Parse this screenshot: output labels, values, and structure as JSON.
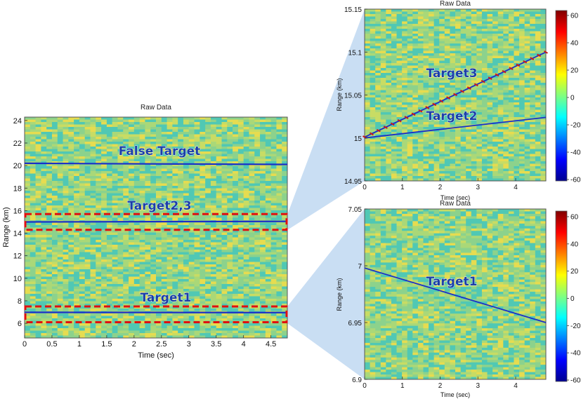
{
  "colors": {
    "target_line": "#1a2fc8",
    "target3_marker": "#cc1a1a",
    "highlight_box": "#e01010",
    "zoom_fill": "#9cc3ea",
    "annotation": "#1b3fa8"
  },
  "chart_data": [
    {
      "id": "main",
      "type": "heatmap",
      "title": "Raw Data",
      "xlabel": "Time (sec)",
      "ylabel": "Range (km)",
      "xlim": [
        0,
        4.8
      ],
      "ylim": [
        4.7,
        24.3
      ],
      "xticks": [
        "0",
        "0.5",
        "1",
        "1.5",
        "2",
        "2.5",
        "3",
        "3.5",
        "4",
        "4.5"
      ],
      "yticks": [
        "6",
        "8",
        "10",
        "12",
        "14",
        "16",
        "18",
        "20",
        "22",
        "24"
      ],
      "series": [
        {
          "label": "False Target",
          "x": [
            0,
            4.8
          ],
          "y": [
            20.2,
            20.1
          ]
        },
        {
          "label": "Target2,3",
          "x": [
            0,
            4.8
          ],
          "y": [
            15.0,
            15.05
          ]
        },
        {
          "label": "Target1",
          "x": [
            0,
            4.8
          ],
          "y": [
            6.98,
            6.95
          ]
        }
      ],
      "annotations": [
        "False Target",
        "Target2,3",
        "Target1"
      ],
      "highlight_boxes": [
        {
          "ymin": 14.3,
          "ymax": 15.7
        },
        {
          "ymin": 6.1,
          "ymax": 7.5
        }
      ]
    },
    {
      "id": "zoom_upper",
      "type": "heatmap",
      "title": "Raw Data",
      "xlabel": "Time (sec)",
      "ylabel": "Range (km)",
      "xlim": [
        0,
        4.8
      ],
      "ylim": [
        14.95,
        15.15
      ],
      "xticks": [
        "0",
        "1",
        "2",
        "3",
        "4"
      ],
      "yticks": [
        "14.95",
        "15",
        "15.05",
        "15.1",
        "15.15"
      ],
      "series": [
        {
          "label": "Target2",
          "x": [
            0,
            4.8
          ],
          "y": [
            15.0,
            15.024
          ]
        },
        {
          "label": "Target3",
          "x": [
            0,
            4.8
          ],
          "y": [
            15.001,
            15.1
          ]
        }
      ],
      "annotations": [
        "Target3",
        "Target2"
      ],
      "colorbar": {
        "min": -60,
        "max": 60,
        "ticks": [
          "60",
          "40",
          "20",
          "0",
          "-20",
          "-40",
          "-60"
        ]
      }
    },
    {
      "id": "zoom_lower",
      "type": "heatmap",
      "title": "Raw Data",
      "xlabel": "Time (sec)",
      "ylabel": "Range (km)",
      "xlim": [
        0,
        4.8
      ],
      "ylim": [
        6.9,
        7.05
      ],
      "xticks": [
        "0",
        "1",
        "2",
        "3",
        "4"
      ],
      "yticks": [
        "6.9",
        "6.95",
        "7",
        "7.05"
      ],
      "series": [
        {
          "label": "Target1",
          "x": [
            0,
            4.8
          ],
          "y": [
            6.998,
            6.95
          ]
        }
      ],
      "annotations": [
        "Target1"
      ],
      "colorbar": {
        "min": -60,
        "max": 60,
        "ticks": [
          "60",
          "40",
          "20",
          "0",
          "-20",
          "-40",
          "-60"
        ]
      }
    }
  ]
}
